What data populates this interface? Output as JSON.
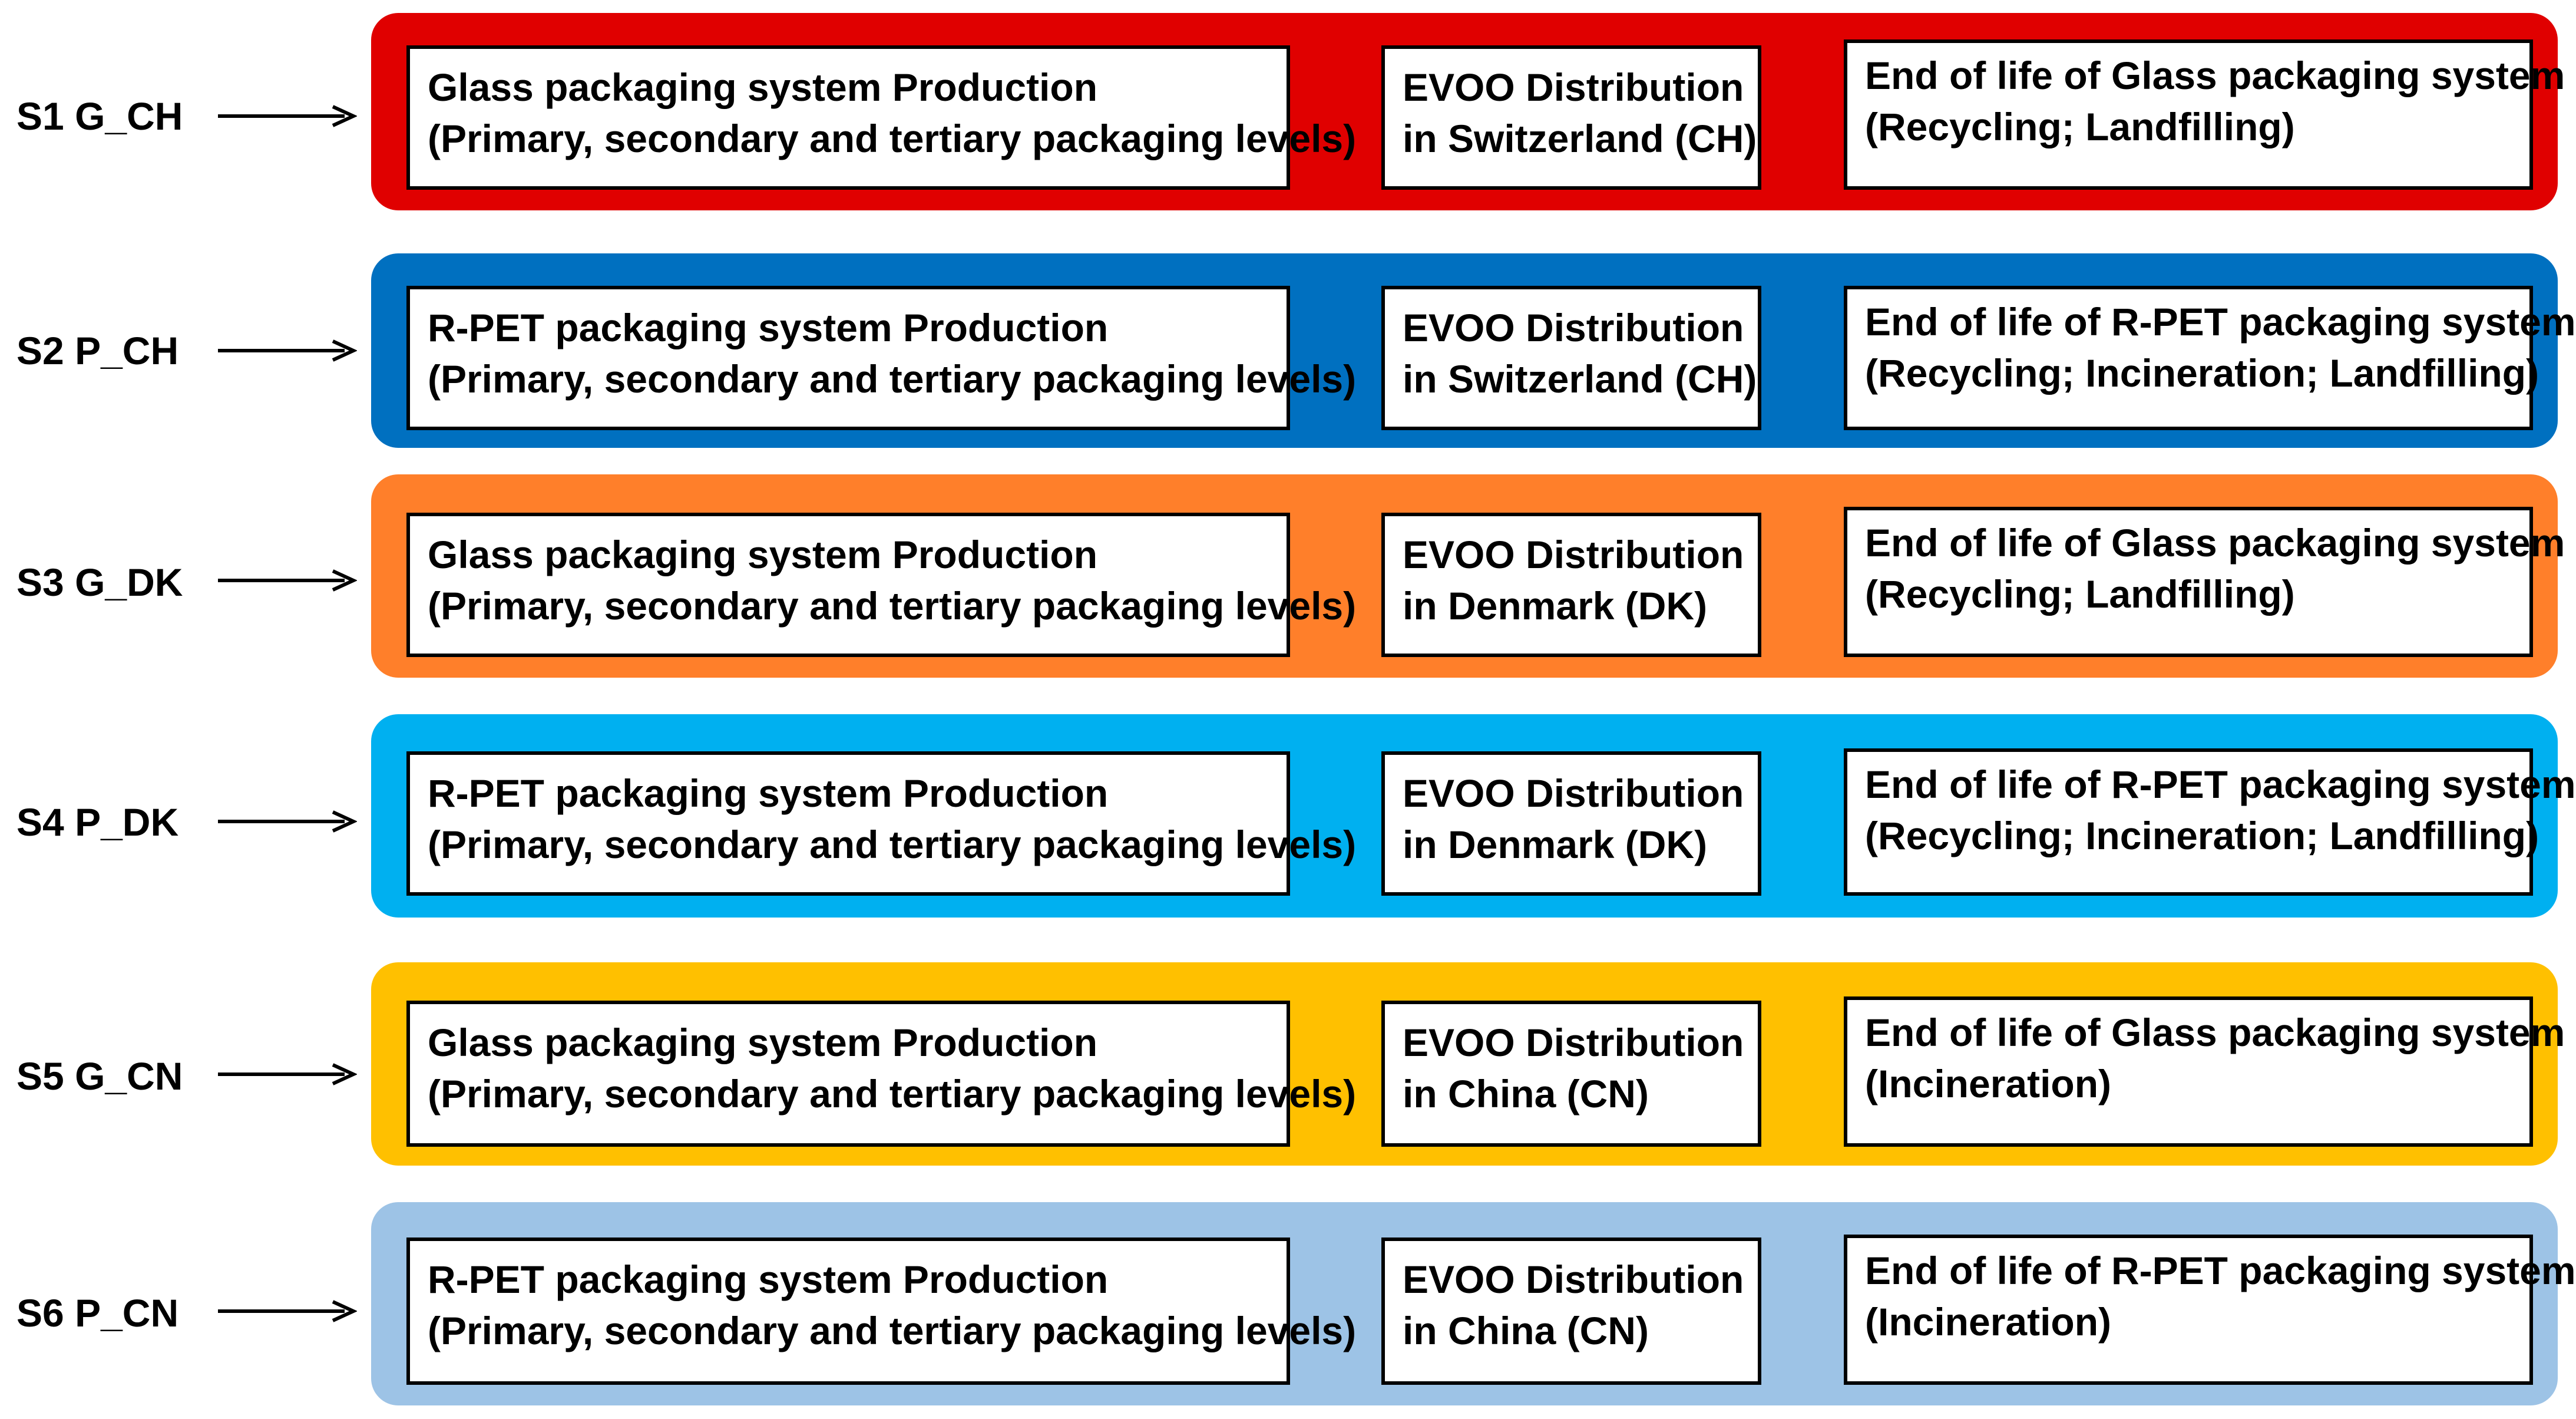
{
  "scenarios": [
    {
      "label": "S1 G_CH",
      "color": "#E00000",
      "production": {
        "line1": "Glass packaging system Production",
        "line2": "(Primary, secondary and tertiary packaging levels)"
      },
      "distribution": {
        "line1": "EVOO Distribution",
        "line2": "in Switzerland (CH)"
      },
      "end_of_life": {
        "line1": "End of life of Glass packaging system",
        "line2": "(Recycling; Landfilling)"
      }
    },
    {
      "label": "S2 P_CH",
      "color": "#0070C0",
      "production": {
        "line1": "R-PET packaging system Production",
        "line2": "(Primary, secondary and tertiary packaging levels)"
      },
      "distribution": {
        "line1": "EVOO Distribution",
        "line2": "in Switzerland (CH)"
      },
      "end_of_life": {
        "line1": "End of life of R-PET packaging system",
        "line2": "(Recycling; Incineration; Landfilling)"
      }
    },
    {
      "label": "S3 G_DK",
      "color": "#FF7F2A",
      "production": {
        "line1": "Glass packaging system Production",
        "line2": "(Primary, secondary and tertiary packaging levels)"
      },
      "distribution": {
        "line1": "EVOO Distribution",
        "line2": "in Denmark (DK)"
      },
      "end_of_life": {
        "line1": "End of life of Glass packaging system",
        "line2": "(Recycling; Landfilling)"
      }
    },
    {
      "label": "S4 P_DK",
      "color": "#00B0F0",
      "production": {
        "line1": "R-PET packaging system Production",
        "line2": "(Primary, secondary and tertiary packaging levels)"
      },
      "distribution": {
        "line1": "EVOO Distribution",
        "line2": "in Denmark (DK)"
      },
      "end_of_life": {
        "line1": "End of life of R-PET packaging system",
        "line2": "(Recycling; Incineration; Landfilling)"
      }
    },
    {
      "label": "S5 G_CN",
      "color": "#FFC000",
      "production": {
        "line1": "Glass packaging system Production",
        "line2": "(Primary, secondary and tertiary packaging levels)"
      },
      "distribution": {
        "line1": "EVOO Distribution",
        "line2": "in China (CN)"
      },
      "end_of_life": {
        "line1": "End of life of Glass packaging system",
        "line2": "(Incineration)"
      }
    },
    {
      "label": "S6 P_CN",
      "color": "#9DC3E6",
      "production": {
        "line1": "R-PET packaging system Production",
        "line2": "(Primary, secondary and tertiary packaging levels)"
      },
      "distribution": {
        "line1": "EVOO Distribution",
        "line2": "in China (CN)"
      },
      "end_of_life": {
        "line1": "End of life of R-PET packaging system",
        "line2": "(Incineration)"
      }
    }
  ]
}
